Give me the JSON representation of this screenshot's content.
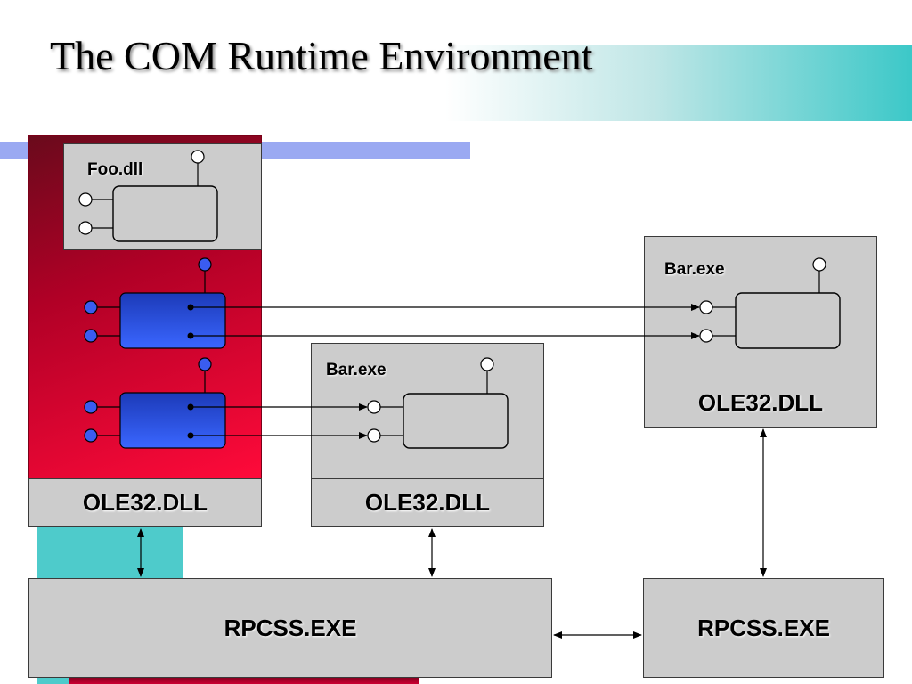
{
  "slide": {
    "title": "The COM Runtime Environment"
  },
  "processes": {
    "left": {
      "component_label": "Foo.dll",
      "runtime_label": "OLE32.DLL"
    },
    "middle": {
      "component_label": "Bar.exe",
      "runtime_label": "OLE32.DLL"
    },
    "right": {
      "component_label": "Bar.exe",
      "runtime_label": "OLE32.DLL"
    }
  },
  "services": {
    "local": {
      "label": "RPCSS.EXE"
    },
    "remote": {
      "label": "RPCSS.EXE"
    }
  },
  "colors": {
    "title_gradient_end": "#3cc8c8",
    "process_red": "#ff0a3a",
    "process_dark_red": "#6a0a1c",
    "proxy_blue": "#2d55e6",
    "box_gray": "#cccccc",
    "accent_periwinkle": "#9aa9f2",
    "accent_teal": "#4ecbcb"
  }
}
